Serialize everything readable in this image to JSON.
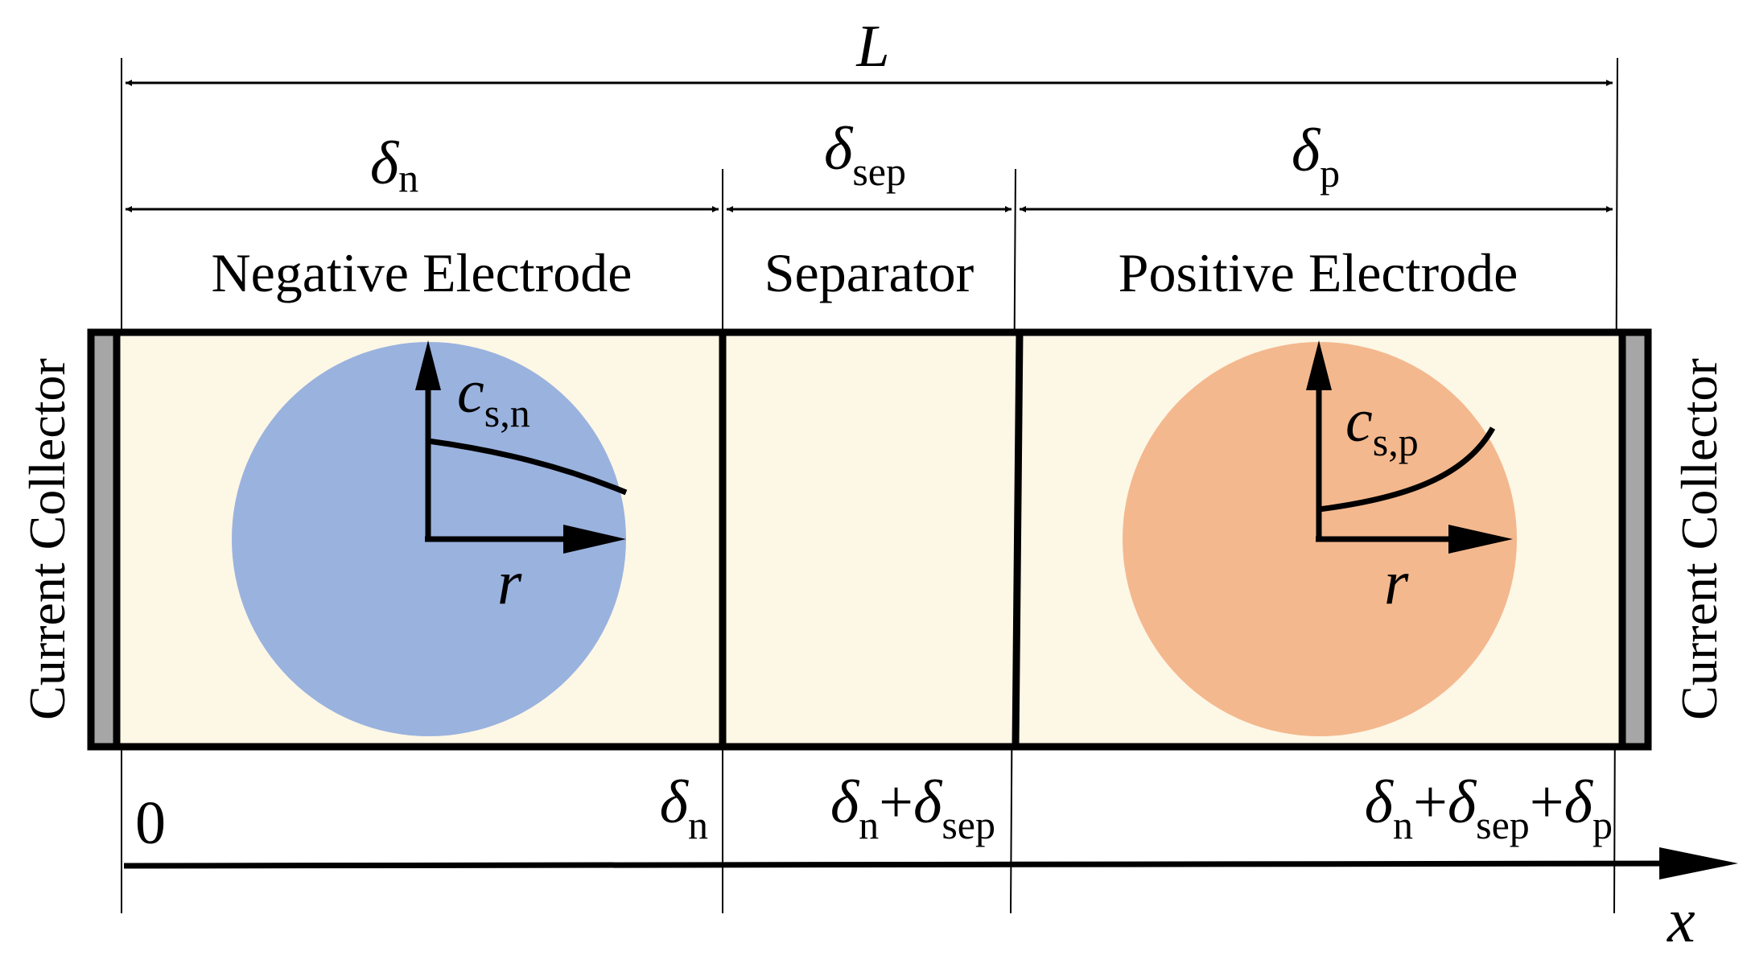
{
  "dimensions": {
    "total": "L",
    "negative_width_symbol": "δ",
    "negative_width_sub": "n",
    "separator_width_symbol": "δ",
    "separator_width_sub": "sep",
    "positive_width_symbol": "δ",
    "positive_width_sub": "p"
  },
  "regions": {
    "negative": "Negative Electrode",
    "separator": "Separator",
    "positive": "Positive Electrode"
  },
  "collectors": {
    "left": "Current Collector",
    "right": "Current Collector"
  },
  "particles": {
    "negative": {
      "conc_symbol": "c",
      "conc_sub": "s,n",
      "radial_symbol": "r",
      "fill_color": "#9ab2de"
    },
    "positive": {
      "conc_symbol": "c",
      "conc_sub": "s,p",
      "radial_symbol": "r",
      "fill_color": "#f4b88e"
    }
  },
  "x_axis": {
    "label": "x",
    "origin": "0",
    "pos1": {
      "d": "δ",
      "sub": "n"
    },
    "pos2": {
      "d1": "δ",
      "sub1": "n",
      "plus1": "+",
      "d2": "δ",
      "sub2": "sep"
    },
    "pos3": {
      "d1": "δ",
      "sub1": "n",
      "plus1": "+",
      "d2": "δ",
      "sub2": "sep",
      "plus2": "+",
      "d3": "δ",
      "sub3": "p"
    }
  },
  "colors": {
    "cell_fill": "#fdf7e6",
    "collector_fill": "#a6a6a6",
    "outline": "#000000"
  }
}
